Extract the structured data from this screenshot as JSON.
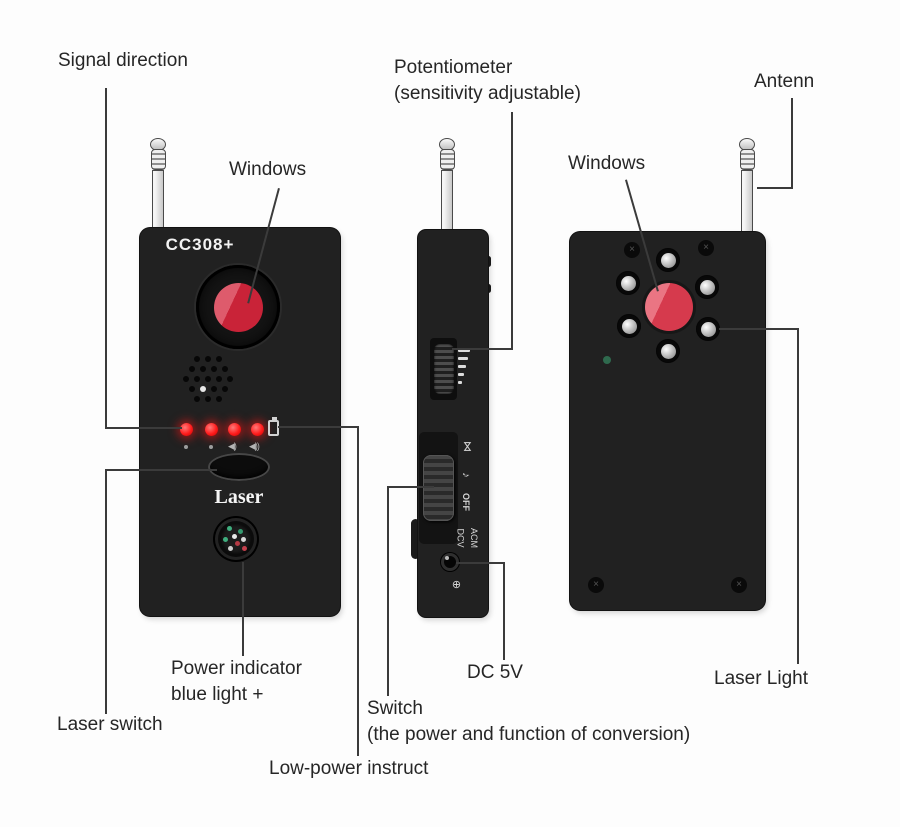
{
  "diagram": {
    "title_context": "CC308+ detector labeled diagram (front, side, back views)",
    "labels": {
      "signal_direction": "Signal direction",
      "potentiometer_line1": "Potentiometer",
      "potentiometer_line2": "(sensitivity adjustable)",
      "antenna": "Antenn",
      "windows_front": "Windows",
      "windows_back": "Windows",
      "power_indicator_line1": "Power indicator",
      "power_indicator_line2": "blue light +",
      "laser_switch": "Laser switch",
      "low_power": "Low-power instruct",
      "switch_line1": "Switch",
      "switch_line2": "(the power and function of conversion)",
      "dc_5v": "DC 5V",
      "laser_light": "Laser Light"
    },
    "device": {
      "model": "CC308+",
      "laser_button_text": "Laser",
      "side_markings": {
        "vibrate_icon": "⋈",
        "sound_icon": "♪",
        "off": "OFF",
        "dcv": "DCV",
        "acm": "ACM",
        "polarity_icon": "⊕"
      },
      "front_indicator_icons": {
        "speaker_low": "◀)",
        "speaker_high": "◀))"
      },
      "screw_slot_glyph": "×",
      "led_count_front": 4,
      "led_count_back": 6
    },
    "colors": {
      "background": "#fdfdfd",
      "body": "#212121",
      "callout_line": "#3b3b3b",
      "label_text": "#262626",
      "front_lens_red": "#c92338",
      "back_lens_red": "#d63a4d",
      "led_red": "#ff1c1c",
      "led_silver": "#c2c2c2",
      "green_dot": "#2f6a4e"
    }
  }
}
